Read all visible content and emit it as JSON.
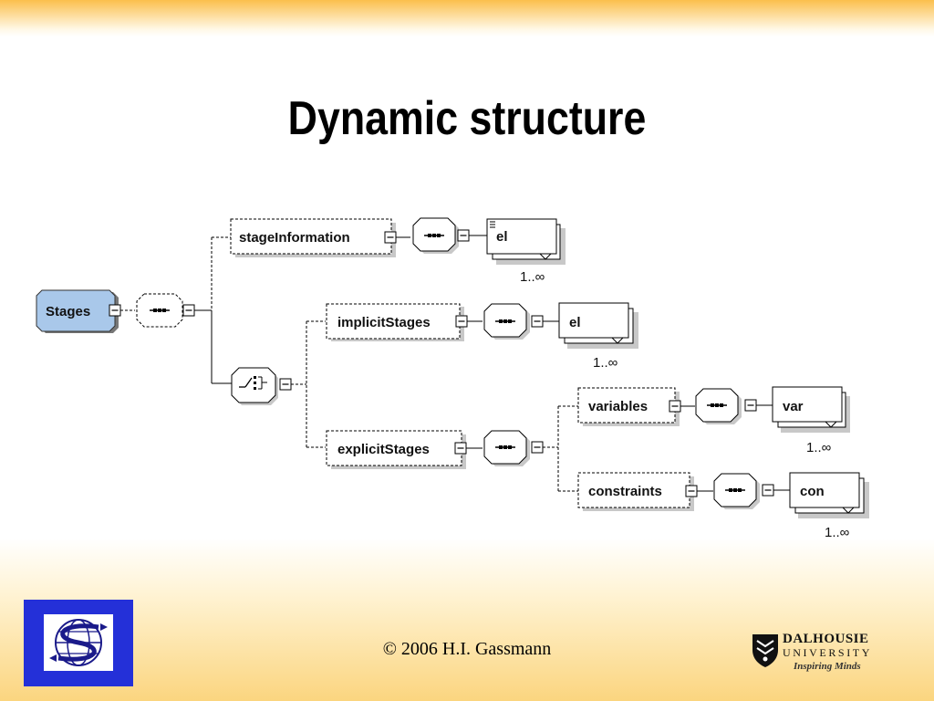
{
  "slide": {
    "title": "Dynamic structure",
    "copyright": "© 2006 H.I. Gassmann"
  },
  "diagram": {
    "root": "Stages",
    "nodes": {
      "stageInformation": "stageInformation",
      "el1": "el",
      "implicitStages": "implicitStages",
      "el2": "el",
      "explicitStages": "explicitStages",
      "variables": "variables",
      "var": "var",
      "constraints": "constraints",
      "con": "con"
    },
    "multiplicity": {
      "el1": "1..∞",
      "el2": "1..∞",
      "var": "1..∞",
      "con": "1..∞"
    },
    "compositors": [
      "sequence",
      "sequence",
      "choice",
      "sequence",
      "sequence",
      "sequence",
      "sequence",
      "sequence"
    ]
  },
  "logos": {
    "right": {
      "name": "DALHOUSIE",
      "university": "UNIVERSITY",
      "tagline": "Inspiring Minds"
    },
    "left_icon": "globe-arrows-icon",
    "right_icon": "dalhousie-crest-icon"
  },
  "colors": {
    "root_fill": "#a9c8ea",
    "gradient": "#fbbf4c",
    "logo_left_bg": "#2430d8"
  }
}
